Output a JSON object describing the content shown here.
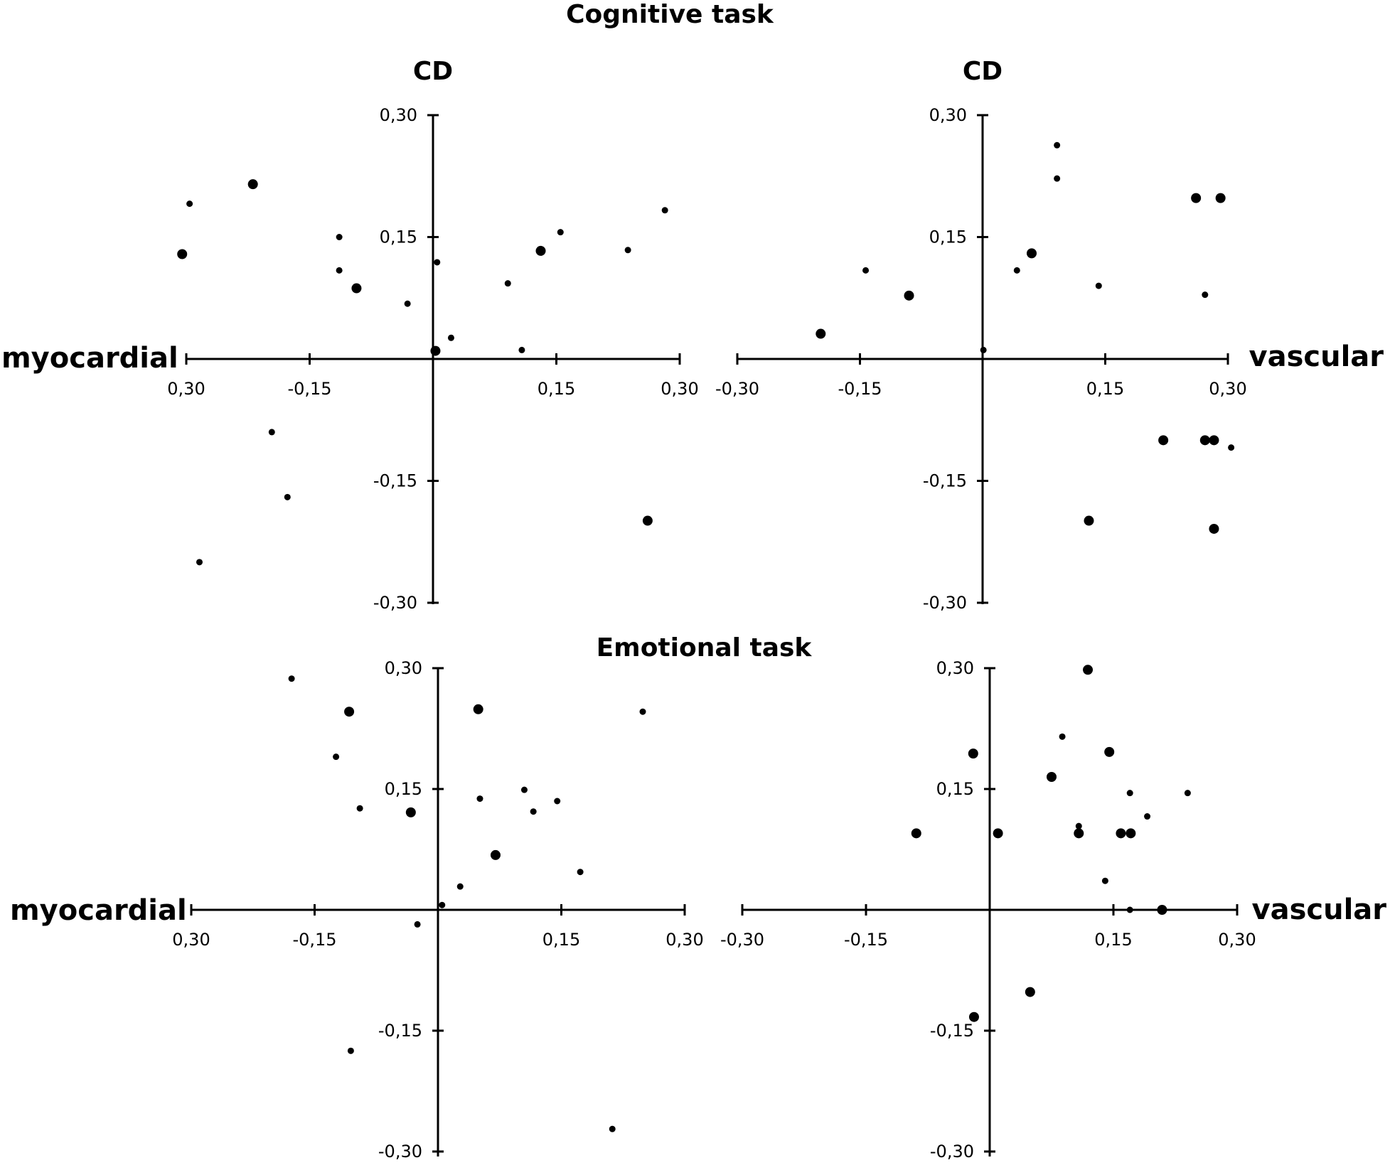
{
  "titles": {
    "cognitive": "Cognitive task",
    "emotional": "Emotional task"
  },
  "labels": {
    "myocardial": "myocardial",
    "vascular": "vascular"
  },
  "colors": {
    "ink": "#000000",
    "background": "#ffffff"
  },
  "chart_data": [
    {
      "type": "scatter",
      "panel": "cognitive-myocardial",
      "ylabel": "CD",
      "xlim": [
        -0.3,
        0.3
      ],
      "ylim": [
        -0.3,
        0.3
      ],
      "x_tick_labels": [
        "0,30",
        "-0,15",
        "0,15",
        "0,30"
      ],
      "x_tick_values": [
        -0.3,
        -0.15,
        0.15,
        0.3
      ],
      "y_tick_labels": [
        "0,30",
        "0,15",
        "-0,15",
        "-0,30"
      ],
      "y_tick_values": [
        0.3,
        0.15,
        -0.15,
        -0.3
      ],
      "points": [
        {
          "x": -0.296,
          "y": 0.191,
          "m": "s"
        },
        {
          "x": -0.219,
          "y": 0.215,
          "m": "l"
        },
        {
          "x": -0.305,
          "y": 0.129,
          "m": "l"
        },
        {
          "x": -0.114,
          "y": 0.15,
          "m": "s"
        },
        {
          "x": -0.114,
          "y": 0.109,
          "m": "s"
        },
        {
          "x": -0.093,
          "y": 0.087,
          "m": "l"
        },
        {
          "x": -0.031,
          "y": 0.068,
          "m": "s"
        },
        {
          "x": 0.005,
          "y": 0.119,
          "m": "s"
        },
        {
          "x": 0.003,
          "y": 0.01,
          "m": "l"
        },
        {
          "x": 0.022,
          "y": 0.026,
          "m": "s"
        },
        {
          "x": 0.091,
          "y": 0.093,
          "m": "s"
        },
        {
          "x": 0.108,
          "y": 0.011,
          "m": "s"
        },
        {
          "x": 0.131,
          "y": 0.133,
          "m": "l"
        },
        {
          "x": 0.155,
          "y": 0.156,
          "m": "s"
        },
        {
          "x": 0.237,
          "y": 0.134,
          "m": "s"
        },
        {
          "x": 0.282,
          "y": 0.183,
          "m": "s"
        },
        {
          "x": -0.196,
          "y": -0.09,
          "m": "s"
        },
        {
          "x": -0.177,
          "y": -0.17,
          "m": "s"
        },
        {
          "x": -0.284,
          "y": -0.25,
          "m": "s"
        },
        {
          "x": 0.261,
          "y": -0.199,
          "m": "l"
        }
      ]
    },
    {
      "type": "scatter",
      "panel": "cognitive-vascular",
      "ylabel": "CD",
      "xlim": [
        -0.3,
        0.3
      ],
      "ylim": [
        -0.3,
        0.3
      ],
      "x_tick_labels": [
        "-0,30",
        "-0,15",
        "0,15",
        "0,30"
      ],
      "x_tick_values": [
        -0.3,
        -0.15,
        0.15,
        0.3
      ],
      "y_tick_labels": [
        "0,30",
        "0,15",
        "-0,15",
        "-0,30"
      ],
      "y_tick_values": [
        0.3,
        0.15,
        -0.15,
        -0.3
      ],
      "points": [
        {
          "x": 0.091,
          "y": 0.263,
          "m": "s"
        },
        {
          "x": 0.091,
          "y": 0.222,
          "m": "s"
        },
        {
          "x": 0.261,
          "y": 0.198,
          "m": "l"
        },
        {
          "x": 0.291,
          "y": 0.198,
          "m": "l"
        },
        {
          "x": 0.06,
          "y": 0.13,
          "m": "l"
        },
        {
          "x": 0.042,
          "y": 0.109,
          "m": "s"
        },
        {
          "x": 0.142,
          "y": 0.09,
          "m": "s"
        },
        {
          "x": 0.272,
          "y": 0.079,
          "m": "s"
        },
        {
          "x": -0.143,
          "y": 0.109,
          "m": "s"
        },
        {
          "x": -0.09,
          "y": 0.078,
          "m": "l"
        },
        {
          "x": -0.198,
          "y": 0.031,
          "m": "l"
        },
        {
          "x": 0.001,
          "y": 0.011,
          "m": "s"
        },
        {
          "x": 0.221,
          "y": -0.1,
          "m": "l"
        },
        {
          "x": 0.272,
          "y": -0.1,
          "m": "l"
        },
        {
          "x": 0.283,
          "y": -0.1,
          "m": "l"
        },
        {
          "x": 0.304,
          "y": -0.109,
          "m": "s"
        },
        {
          "x": 0.13,
          "y": -0.199,
          "m": "l"
        },
        {
          "x": 0.283,
          "y": -0.209,
          "m": "l"
        }
      ]
    },
    {
      "type": "scatter",
      "panel": "emotional-myocardial",
      "ylabel": "",
      "xlim": [
        -0.3,
        0.3
      ],
      "ylim": [
        -0.3,
        0.3
      ],
      "x_tick_labels": [
        "0,30",
        "-0,15",
        "0,15",
        "0,30"
      ],
      "x_tick_values": [
        -0.3,
        -0.15,
        0.15,
        0.3
      ],
      "y_tick_labels": [
        "0,30",
        "0,15",
        "-0,15",
        "-0,30"
      ],
      "y_tick_values": [
        0.3,
        0.15,
        -0.15,
        -0.3
      ],
      "points": [
        {
          "x": -0.178,
          "y": 0.287,
          "m": "s"
        },
        {
          "x": -0.108,
          "y": 0.246,
          "m": "l"
        },
        {
          "x": -0.124,
          "y": 0.19,
          "m": "s"
        },
        {
          "x": -0.095,
          "y": 0.126,
          "m": "s"
        },
        {
          "x": -0.033,
          "y": 0.121,
          "m": "l"
        },
        {
          "x": 0.049,
          "y": 0.249,
          "m": "l"
        },
        {
          "x": 0.051,
          "y": 0.138,
          "m": "s"
        },
        {
          "x": 0.07,
          "y": 0.068,
          "m": "l"
        },
        {
          "x": 0.105,
          "y": 0.149,
          "m": "s"
        },
        {
          "x": 0.116,
          "y": 0.122,
          "m": "s"
        },
        {
          "x": 0.145,
          "y": 0.135,
          "m": "s"
        },
        {
          "x": 0.173,
          "y": 0.047,
          "m": "s"
        },
        {
          "x": 0.249,
          "y": 0.246,
          "m": "s"
        },
        {
          "x": 0.027,
          "y": 0.029,
          "m": "s"
        },
        {
          "x": 0.005,
          "y": 0.006,
          "m": "s"
        },
        {
          "x": -0.025,
          "y": -0.018,
          "m": "s"
        },
        {
          "x": -0.106,
          "y": -0.175,
          "m": "s"
        },
        {
          "x": 0.212,
          "y": -0.272,
          "m": "s"
        }
      ]
    },
    {
      "type": "scatter",
      "panel": "emotional-vascular",
      "ylabel": "",
      "xlim": [
        -0.3,
        0.3
      ],
      "ylim": [
        -0.3,
        0.3
      ],
      "x_tick_labels": [
        "-0,30",
        "-0,15",
        "0,15",
        "0,30"
      ],
      "x_tick_values": [
        -0.3,
        -0.15,
        0.15,
        0.3
      ],
      "y_tick_labels": [
        "0,30",
        "0,15",
        "-0,15",
        "-0,30"
      ],
      "y_tick_values": [
        0.3,
        0.15,
        -0.15,
        -0.3
      ],
      "points": [
        {
          "x": 0.119,
          "y": 0.298,
          "m": "l"
        },
        {
          "x": 0.088,
          "y": 0.215,
          "m": "s"
        },
        {
          "x": 0.145,
          "y": 0.196,
          "m": "l"
        },
        {
          "x": -0.02,
          "y": 0.194,
          "m": "l"
        },
        {
          "x": 0.075,
          "y": 0.165,
          "m": "l"
        },
        {
          "x": 0.17,
          "y": 0.145,
          "m": "s"
        },
        {
          "x": 0.24,
          "y": 0.145,
          "m": "s"
        },
        {
          "x": 0.191,
          "y": 0.116,
          "m": "s"
        },
        {
          "x": 0.108,
          "y": 0.104,
          "m": "s"
        },
        {
          "x": 0.108,
          "y": 0.095,
          "m": "l"
        },
        {
          "x": 0.159,
          "y": 0.095,
          "m": "l"
        },
        {
          "x": 0.171,
          "y": 0.095,
          "m": "l"
        },
        {
          "x": -0.089,
          "y": 0.095,
          "m": "l"
        },
        {
          "x": 0.01,
          "y": 0.095,
          "m": "l"
        },
        {
          "x": 0.14,
          "y": 0.036,
          "m": "s"
        },
        {
          "x": 0.17,
          "y": 0.0,
          "m": "s"
        },
        {
          "x": 0.209,
          "y": 0.0,
          "m": "l"
        },
        {
          "x": 0.049,
          "y": -0.102,
          "m": "l"
        },
        {
          "x": -0.019,
          "y": -0.133,
          "m": "l"
        }
      ]
    }
  ]
}
